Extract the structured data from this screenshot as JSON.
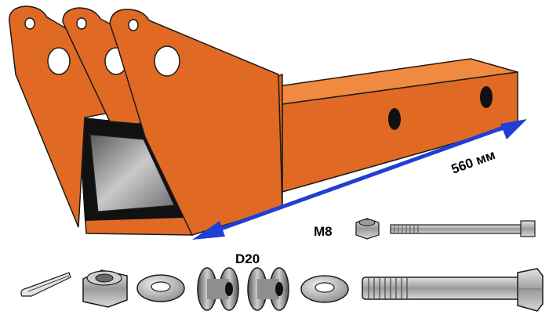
{
  "labels": {
    "length": "560 мм",
    "bolt_small": "M8",
    "washer_diameter": "D20"
  },
  "colors": {
    "steel_orange": "#E06A24",
    "steel_orange_dark": "#B8531A",
    "outline": "#1a1a1a",
    "arrow_blue": "#1F3FD6",
    "hardware_grey": "#B5B5B5",
    "inner_grey": "#8C8C8C"
  },
  "components": [
    "bracket-assembly",
    "square-tube-arm",
    "cotter-pin",
    "hex-nut-large",
    "flat-washer",
    "rubber-spacer",
    "rubber-spacer",
    "flat-washer",
    "hex-bolt-large",
    "lock-nut-small",
    "bolt-small"
  ]
}
